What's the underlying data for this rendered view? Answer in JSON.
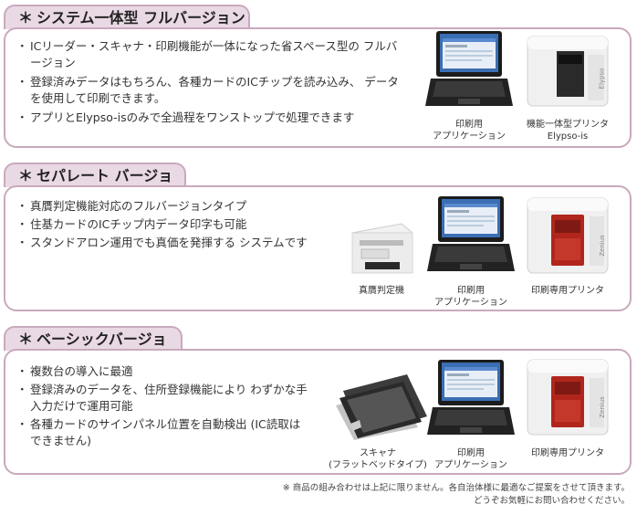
{
  "sections": [
    {
      "title": "システム一体型 フルバージョン",
      "features": [
        "ICリーダー・スキャナ・印刷機能が一体になった省スペース型の フルバージョン",
        "登録済みデータはもちろん、各種カードのICチップを読み込み、 データを使用して印刷できます。",
        "アプリとElypso-isのみで全過程をワンストップで処理できます"
      ],
      "devices": [
        {
          "icon": "laptop-icon",
          "caption_line1": "印刷用",
          "caption_line2": "アプリケーション"
        },
        {
          "icon": "printer-icon",
          "caption_line1": "機能一体型プリンタ",
          "caption_line2": "Elypso-is",
          "printer_label": "Elypso"
        }
      ]
    },
    {
      "title": "セパレート バージョン",
      "features": [
        "真贋判定機能対応のフルバージョンタイプ",
        "住基カードのICチップ内データ印字も可能",
        "スタンドアロン運用でも真価を発揮する システムです"
      ],
      "devices": [
        {
          "icon": "verifier-icon",
          "caption_line1": "真贋判定機",
          "caption_line2": ""
        },
        {
          "icon": "laptop-icon",
          "caption_line1": "印刷用",
          "caption_line2": "アプリケーション"
        },
        {
          "icon": "printer-icon",
          "caption_line1": "印刷専用プリンタ",
          "caption_line2": "",
          "printer_label": "Zenius"
        }
      ]
    },
    {
      "title": "ベーシックバージョン",
      "features": [
        "複数台の導入に最適",
        "登録済みのデータを、住所登録機能により わずかな手入力だけで運用可能",
        "各種カードのサインパネル位置を自動検出 (IC読取はできません)"
      ],
      "devices": [
        {
          "icon": "scanner-icon",
          "caption_line1": "スキャナ",
          "caption_line2": "(フラットベッドタイプ)"
        },
        {
          "icon": "laptop-icon",
          "caption_line1": "印刷用",
          "caption_line2": "アプリケーション"
        },
        {
          "icon": "printer-icon",
          "caption_line1": "印刷専用プリンタ",
          "caption_line2": "",
          "printer_label": "Zenius"
        }
      ]
    }
  ],
  "footnote": {
    "line1": "※ 商品の組み合わせは上記に限りません。各自治体様に最適なご提案をさせて頂きます。",
    "line2": "どうぞお気軽にお問い合わせください。"
  },
  "colors": {
    "border": "#c9a9bd",
    "tab_bg": "#e9d9e4",
    "printer_red": "#b0261c"
  }
}
